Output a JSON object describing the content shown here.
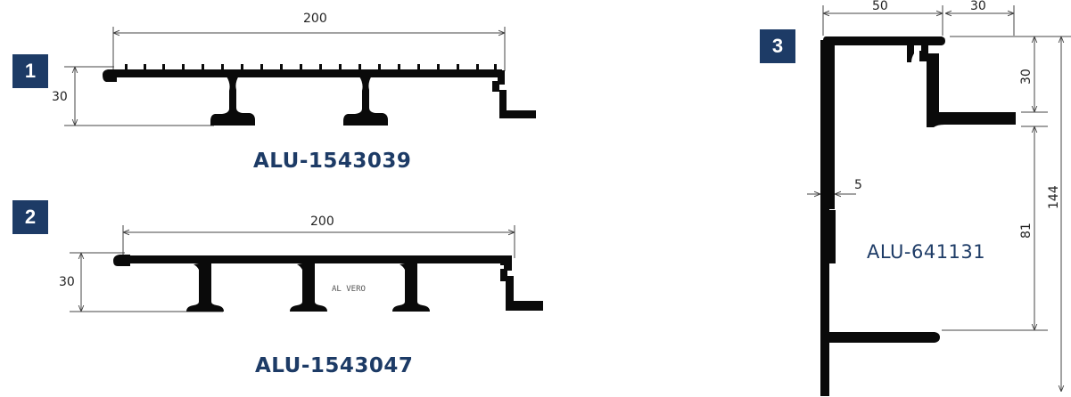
{
  "colors": {
    "badge_bg": "#1d3b66",
    "code_text": "#1d3b66",
    "profile": "#0a0a0a"
  },
  "profiles": [
    {
      "number": "1",
      "code": "ALU-1543039",
      "dim_width": "200",
      "dim_height": "30"
    },
    {
      "number": "2",
      "code": "ALU-1543047",
      "dim_width": "200",
      "dim_height": "30",
      "stamp": "AL VERO"
    },
    {
      "number": "3",
      "code": "ALU-641131",
      "dim_top_left": "50",
      "dim_top_right": "30",
      "dim_upper": "30",
      "dim_wall": "5",
      "dim_middle": "81",
      "dim_total": "144"
    }
  ]
}
